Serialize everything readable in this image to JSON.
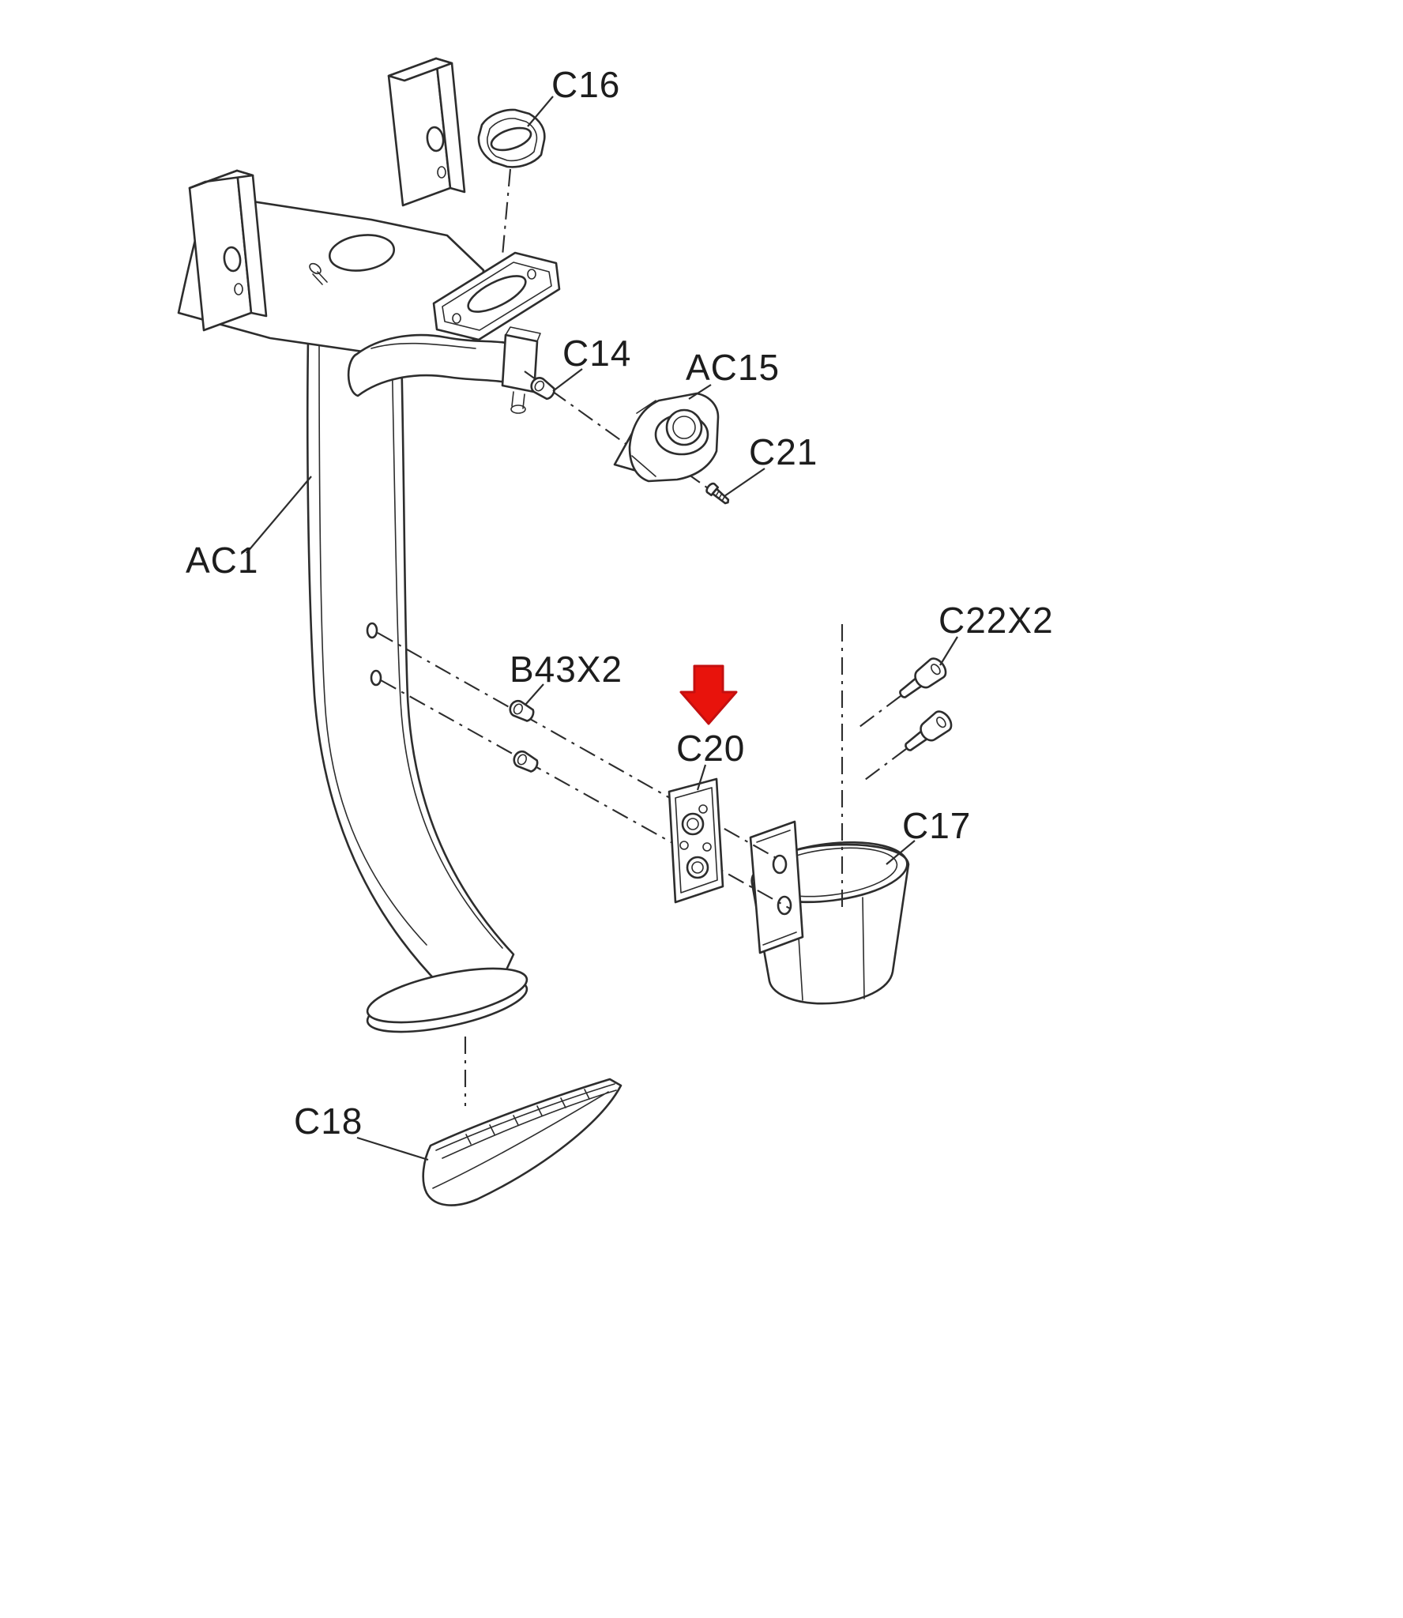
{
  "parts": {
    "c16": "C16",
    "c14": "C14",
    "ac15": "AC15",
    "c21": "C21",
    "ac1": "AC1",
    "b43x2": "B43X2",
    "c20": "C20",
    "c22x2": "C22X2",
    "c17": "C17",
    "c18": "C18"
  },
  "highlight": {
    "target_part": "C20",
    "arrow_color": "#e8130c"
  },
  "colors": {
    "background": "#ffffff",
    "line": "#2d2d2d",
    "label_text": "#1d1d1d"
  }
}
